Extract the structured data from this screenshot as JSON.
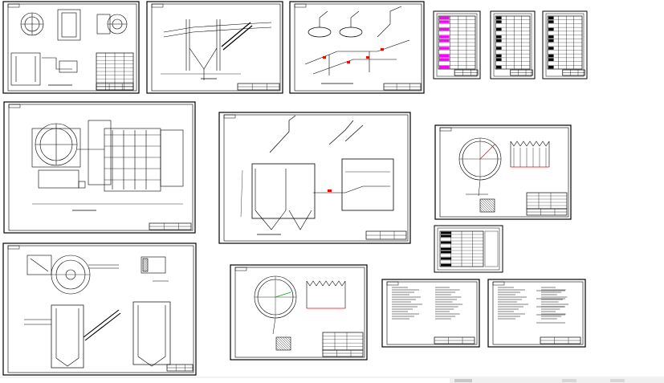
{
  "app": {
    "view": "CAD model space",
    "background_color": "#ffffff",
    "line_color": "#000000",
    "highlight_color": "#ff00ff",
    "accent_red": "#ff0000",
    "accent_green": "#00aa00"
  },
  "sheets": [
    {
      "id": "sheet-1",
      "kind": "plan-and-sections"
    },
    {
      "id": "sheet-2",
      "kind": "section-pipe"
    },
    {
      "id": "sheet-3",
      "kind": "isometric-piping"
    },
    {
      "id": "sheet-4",
      "kind": "schedule-table"
    },
    {
      "id": "sheet-5",
      "kind": "schedule-table"
    },
    {
      "id": "sheet-6",
      "kind": "schedule-table"
    },
    {
      "id": "sheet-7",
      "kind": "floor-plan"
    },
    {
      "id": "sheet-8",
      "kind": "tank-section"
    },
    {
      "id": "sheet-9",
      "kind": "circular-plan-detail"
    },
    {
      "id": "sheet-10",
      "kind": "schedule-table"
    },
    {
      "id": "sheet-11",
      "kind": "plan-and-sections"
    },
    {
      "id": "sheet-12",
      "kind": "circular-plan-detail"
    },
    {
      "id": "sheet-13",
      "kind": "design-notes"
    },
    {
      "id": "sheet-14",
      "kind": "design-notes"
    }
  ]
}
